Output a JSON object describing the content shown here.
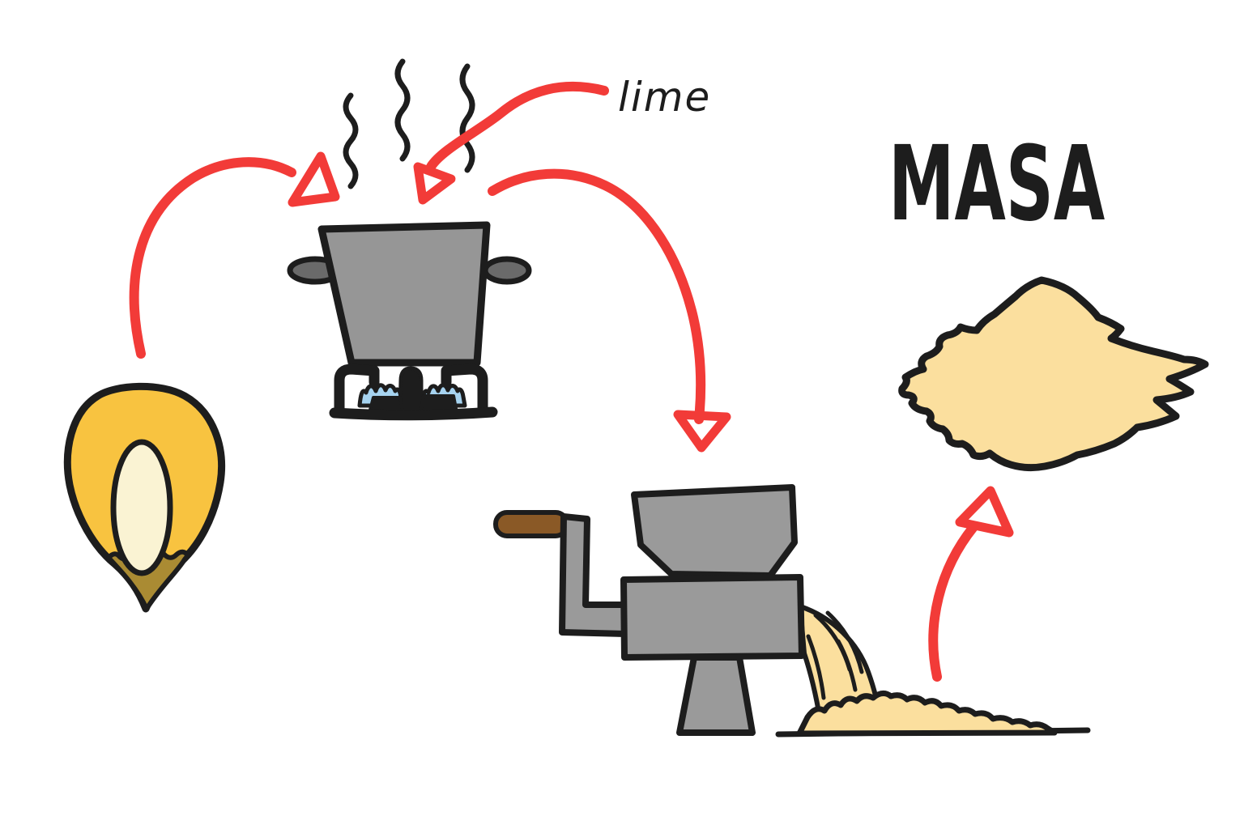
{
  "title": "MASA",
  "labels": {
    "lime": "lime",
    "masa_title": "MASA"
  },
  "colors": {
    "ink": "#1d1d1d",
    "red": "#f23b38",
    "pot_gray": "#969696",
    "handle_gray": "#6a6a6a",
    "grinder_gray": "#9a9a9a",
    "flame_blue": "#a6d3f0",
    "corn_yellow": "#f8c340",
    "corn_germ": "#faf3d3",
    "corn_tip": "#aa8b33",
    "masa_tan": "#fbdf9e",
    "crank_brown": "#8a5926",
    "background": "#ffffff"
  },
  "diagram": {
    "type": "flow",
    "style": "hand-drawn marker sketch",
    "nodes": [
      {
        "id": "corn-kernel",
        "icon": "corn-kernel-icon",
        "label": ""
      },
      {
        "id": "pot-on-stove",
        "icon": "boiling-pot-icon",
        "label": ""
      },
      {
        "id": "lime-label",
        "icon": "",
        "label": "lime"
      },
      {
        "id": "grinder",
        "icon": "hand-crank-grinder-icon",
        "label": ""
      },
      {
        "id": "masa-pile",
        "icon": "ground-dough-pile-icon",
        "label": ""
      },
      {
        "id": "masa-dough",
        "icon": "dough-blob-icon",
        "label": "MASA"
      }
    ],
    "edges": [
      {
        "from": "corn-kernel",
        "to": "pot-on-stove"
      },
      {
        "from": "lime-label",
        "to": "pot-on-stove"
      },
      {
        "from": "pot-on-stove",
        "to": "grinder"
      },
      {
        "from": "masa-pile",
        "to": "masa-dough"
      }
    ]
  }
}
